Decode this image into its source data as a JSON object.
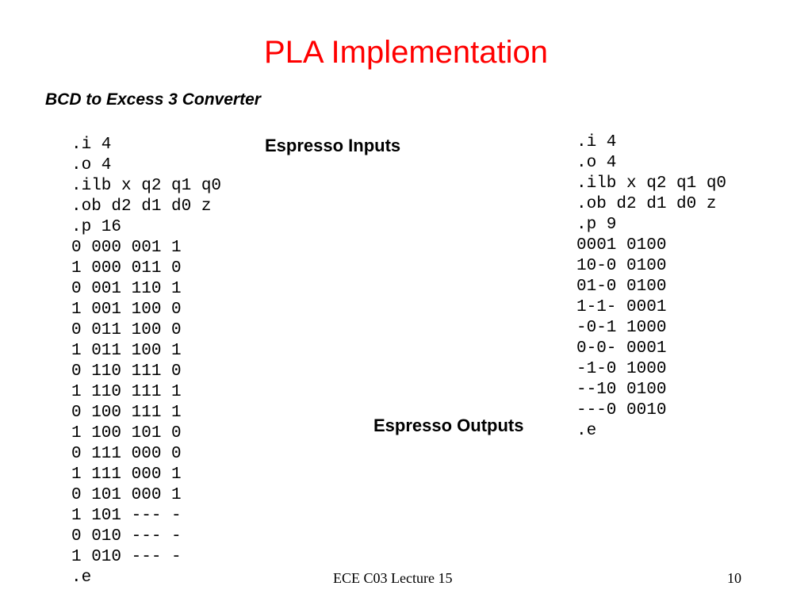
{
  "slide": {
    "title": "PLA Implementation",
    "subtitle": "BCD to Excess 3 Converter",
    "inputs_label": "Espresso Inputs",
    "outputs_label": "Espresso Outputs",
    "input_lines": [
      ".i 4",
      ".o 4",
      ".ilb x q2 q1 q0",
      ".ob d2 d1 d0 z",
      ".p 16",
      "0 000 001 1",
      "1 000 011 0",
      "0 001 110 1",
      "1 001 100 0",
      "0 011 100 0",
      "1 011 100 1",
      "0 110 111 0",
      "1 110 111 1",
      "0 100 111 1",
      "1 100 101 0",
      "0 111 000 0",
      "1 111 000 1",
      "0 101 000 1",
      "1 101 --- -",
      "0 010 --- -",
      "1 010 --- -",
      ".e"
    ],
    "output_lines": [
      ".i 4",
      ".o 4",
      ".ilb x q2 q1 q0",
      ".ob d2 d1 d0 z",
      ".p 9",
      "0001 0100",
      "10-0 0100",
      "01-0 0100",
      "1-1- 0001",
      "-0-1 1000",
      "0-0- 0001",
      "-1-0 1000",
      "--10 0100",
      "---0 0010",
      ".e"
    ],
    "footer": "ECE C03 Lecture 15",
    "page_number": "10",
    "title_color": "#ff0000"
  }
}
